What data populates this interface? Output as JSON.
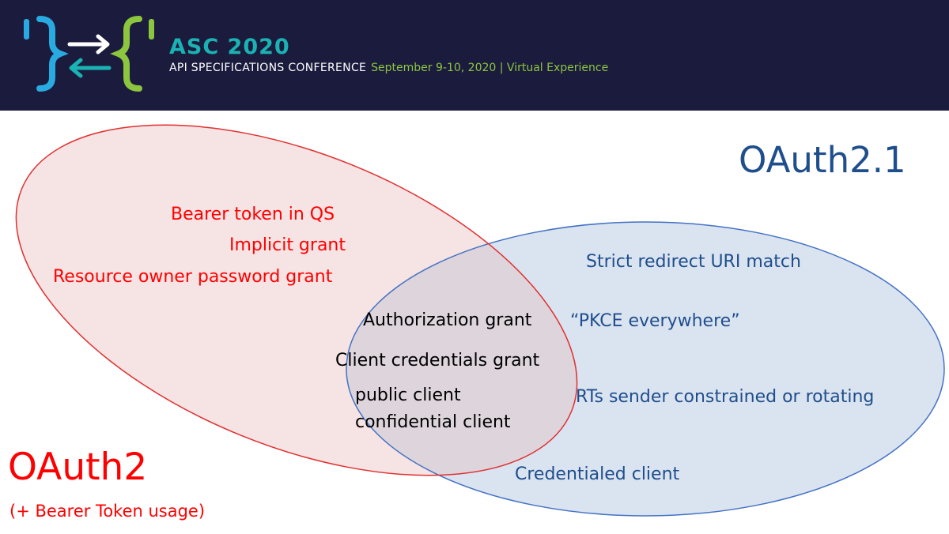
{
  "header": {
    "logo_glyphs": "'}⇄{'",
    "title": "ASC 2020",
    "conference": "API SPECIFICATIONS CONFERENCE",
    "date_location": "September 9-10, 2020 | Virtual Experience",
    "colors": {
      "background": "#1b1c3d",
      "title": "#1ab2b3",
      "accent_blue": "#29abe2",
      "accent_green": "#8cc63f",
      "subtitle": "#ffffff"
    }
  },
  "oauth2": {
    "title": "OAuth2",
    "subtitle": "(+ Bearer Token usage)",
    "color": "#ff0000",
    "items": [
      "Bearer token in QS",
      "Implicit grant",
      "Resource owner password grant"
    ]
  },
  "oauth21": {
    "title": "OAuth2.1",
    "color": "#1f4e8c",
    "items": [
      "Strict redirect URI match",
      "“PKCE everywhere”",
      "RTs sender constrained or rotating",
      "Credentialed client"
    ]
  },
  "overlap": {
    "color": "#000000",
    "items": [
      "Authorization grant",
      "Client credentials grant",
      "public client",
      "confidential client"
    ]
  }
}
